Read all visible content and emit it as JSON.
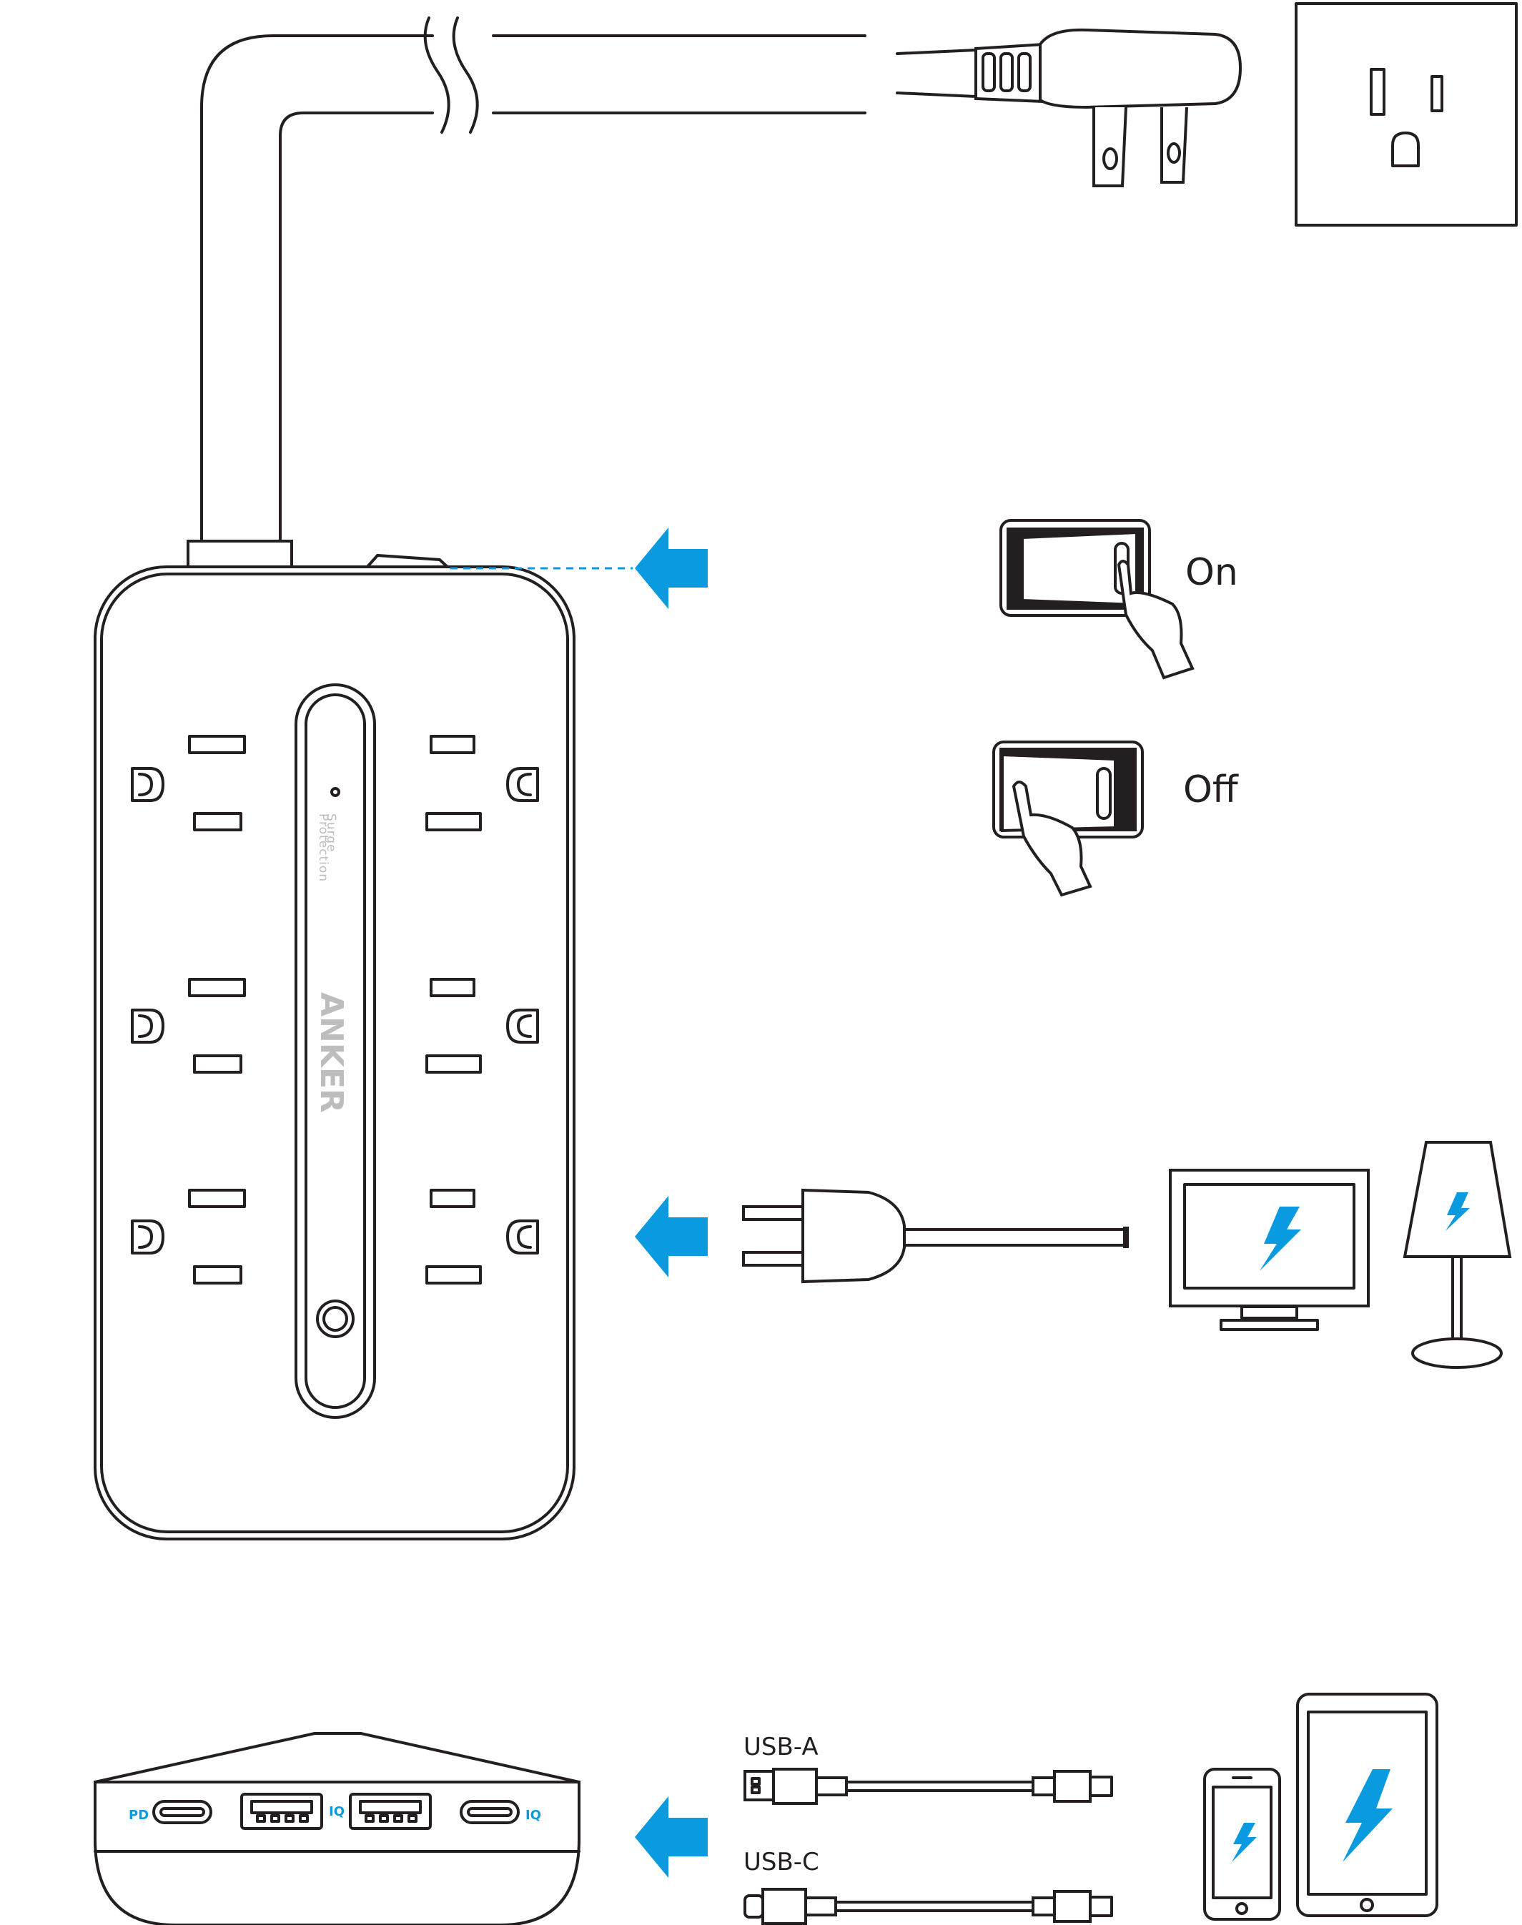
{
  "switch_states": {
    "on_label": "On",
    "off_label": "Off"
  },
  "strip": {
    "brand": "ANKER",
    "indicator_label_1": "Surge",
    "indicator_label_2": "Protection"
  },
  "ports": {
    "pd": "PD",
    "iq_1": "IQ",
    "iq_2": "IQ"
  },
  "cables": {
    "usb_a": "USB-A",
    "usb_c": "USB-C"
  },
  "colors": {
    "accent": "#0a9ae0",
    "line": "#231f20",
    "indicator_text": "#bdbdbd"
  },
  "icons": [
    "arrow-left-icon",
    "lightning-bolt-icon",
    "hand-press-icon",
    "wall-outlet-icon"
  ]
}
